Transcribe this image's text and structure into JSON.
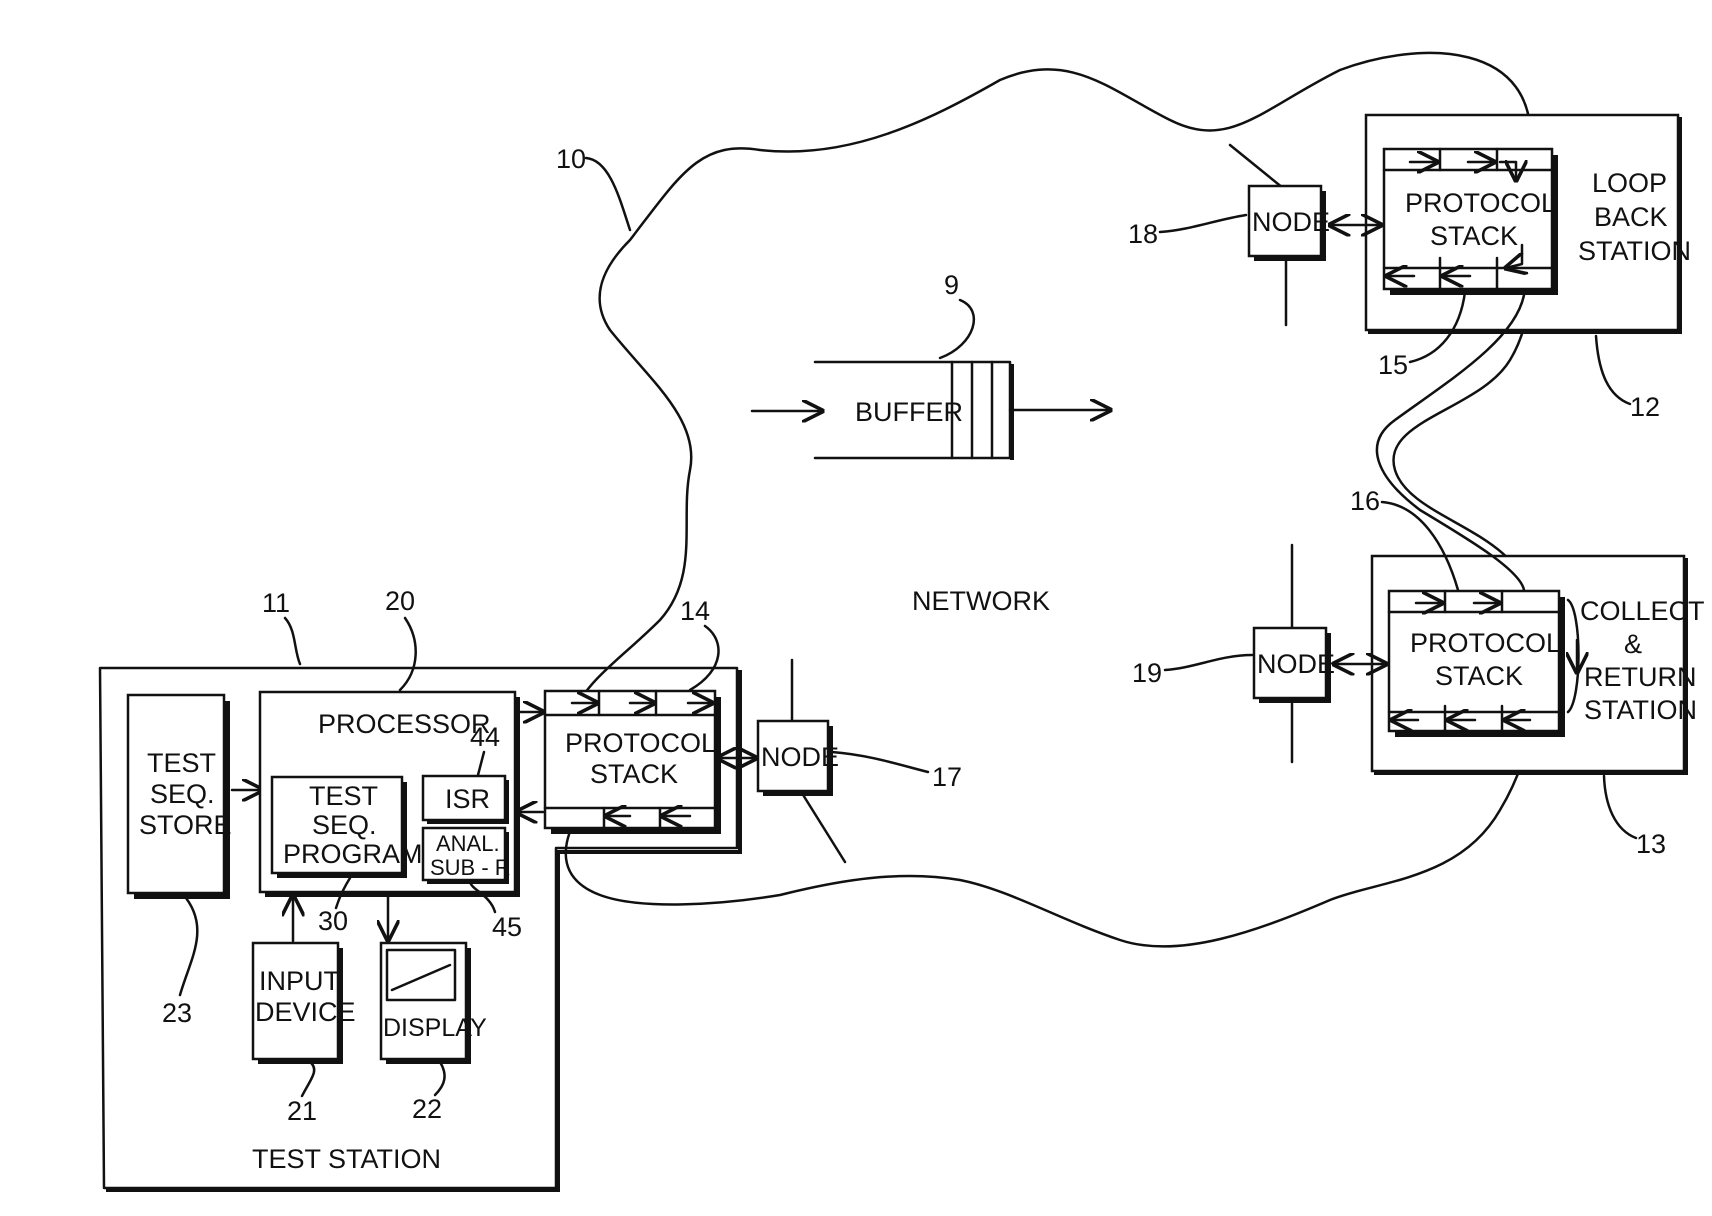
{
  "labels": {
    "test_seq_store": [
      "TEST",
      "SEQ.",
      "STORE"
    ],
    "processor": "PROCESSOR",
    "test_seq_program": [
      "TEST",
      "SEQ.",
      "PROGRAM"
    ],
    "isr": "ISR",
    "anal_sub": [
      "ANAL.",
      "SUB - R"
    ],
    "input_device": [
      "INPUT",
      "DEVICE"
    ],
    "display": "DISPLAY",
    "test_station": "TEST STATION",
    "protocol_stack": [
      "PROTOCOL",
      "STACK"
    ],
    "node": "NODE",
    "buffer": "BUFFER",
    "network": "NETWORK",
    "loop_back_station": [
      "LOOP",
      "BACK",
      "STATION"
    ],
    "collect_return_station": [
      "COLLECT",
      "&",
      "RETURN",
      "STATION"
    ]
  },
  "refs": {
    "r9": "9",
    "r10": "10",
    "r11": "11",
    "r12": "12",
    "r13": "13",
    "r14": "14",
    "r15": "15",
    "r16": "16",
    "r17": "17",
    "r18": "18",
    "r19": "19",
    "r20": "20",
    "r21": "21",
    "r22": "22",
    "r23": "23",
    "r30": "30",
    "r44": "44",
    "r45": "45"
  }
}
